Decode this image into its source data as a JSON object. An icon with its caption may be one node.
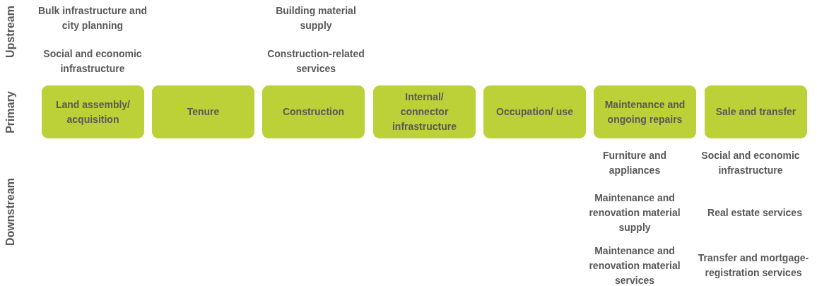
{
  "diagram": {
    "nodes": [
      {
        "text": [
          "Land assembly/ acquisition"
        ]
      },
      {
        "text": [
          "Tenure"
        ]
      },
      {
        "text": [
          "Construction"
        ]
      },
      {
        "text": [
          "Internal/ connector infrastructure"
        ]
      },
      {
        "text": [
          "Occupation/ use"
        ]
      },
      {
        "text": [
          "Maintenance and ongoing repairs"
        ]
      },
      {
        "text": [
          "Sale and transfer"
        ]
      }
    ],
    "edges": [],
    "labels": [
      "Upstream",
      "Bulk infrastructure and city planning",
      "Building material supply",
      "Social and economic infrastructure",
      "Construction-related services",
      "Primary",
      "Downstream",
      "Furniture and appliances",
      "Social and economic infrastructure",
      "Maintenance and renovation material supply",
      "Real estate services",
      "Maintenance and renovation material services",
      "Transfer and mortgage-registration services"
    ]
  }
}
